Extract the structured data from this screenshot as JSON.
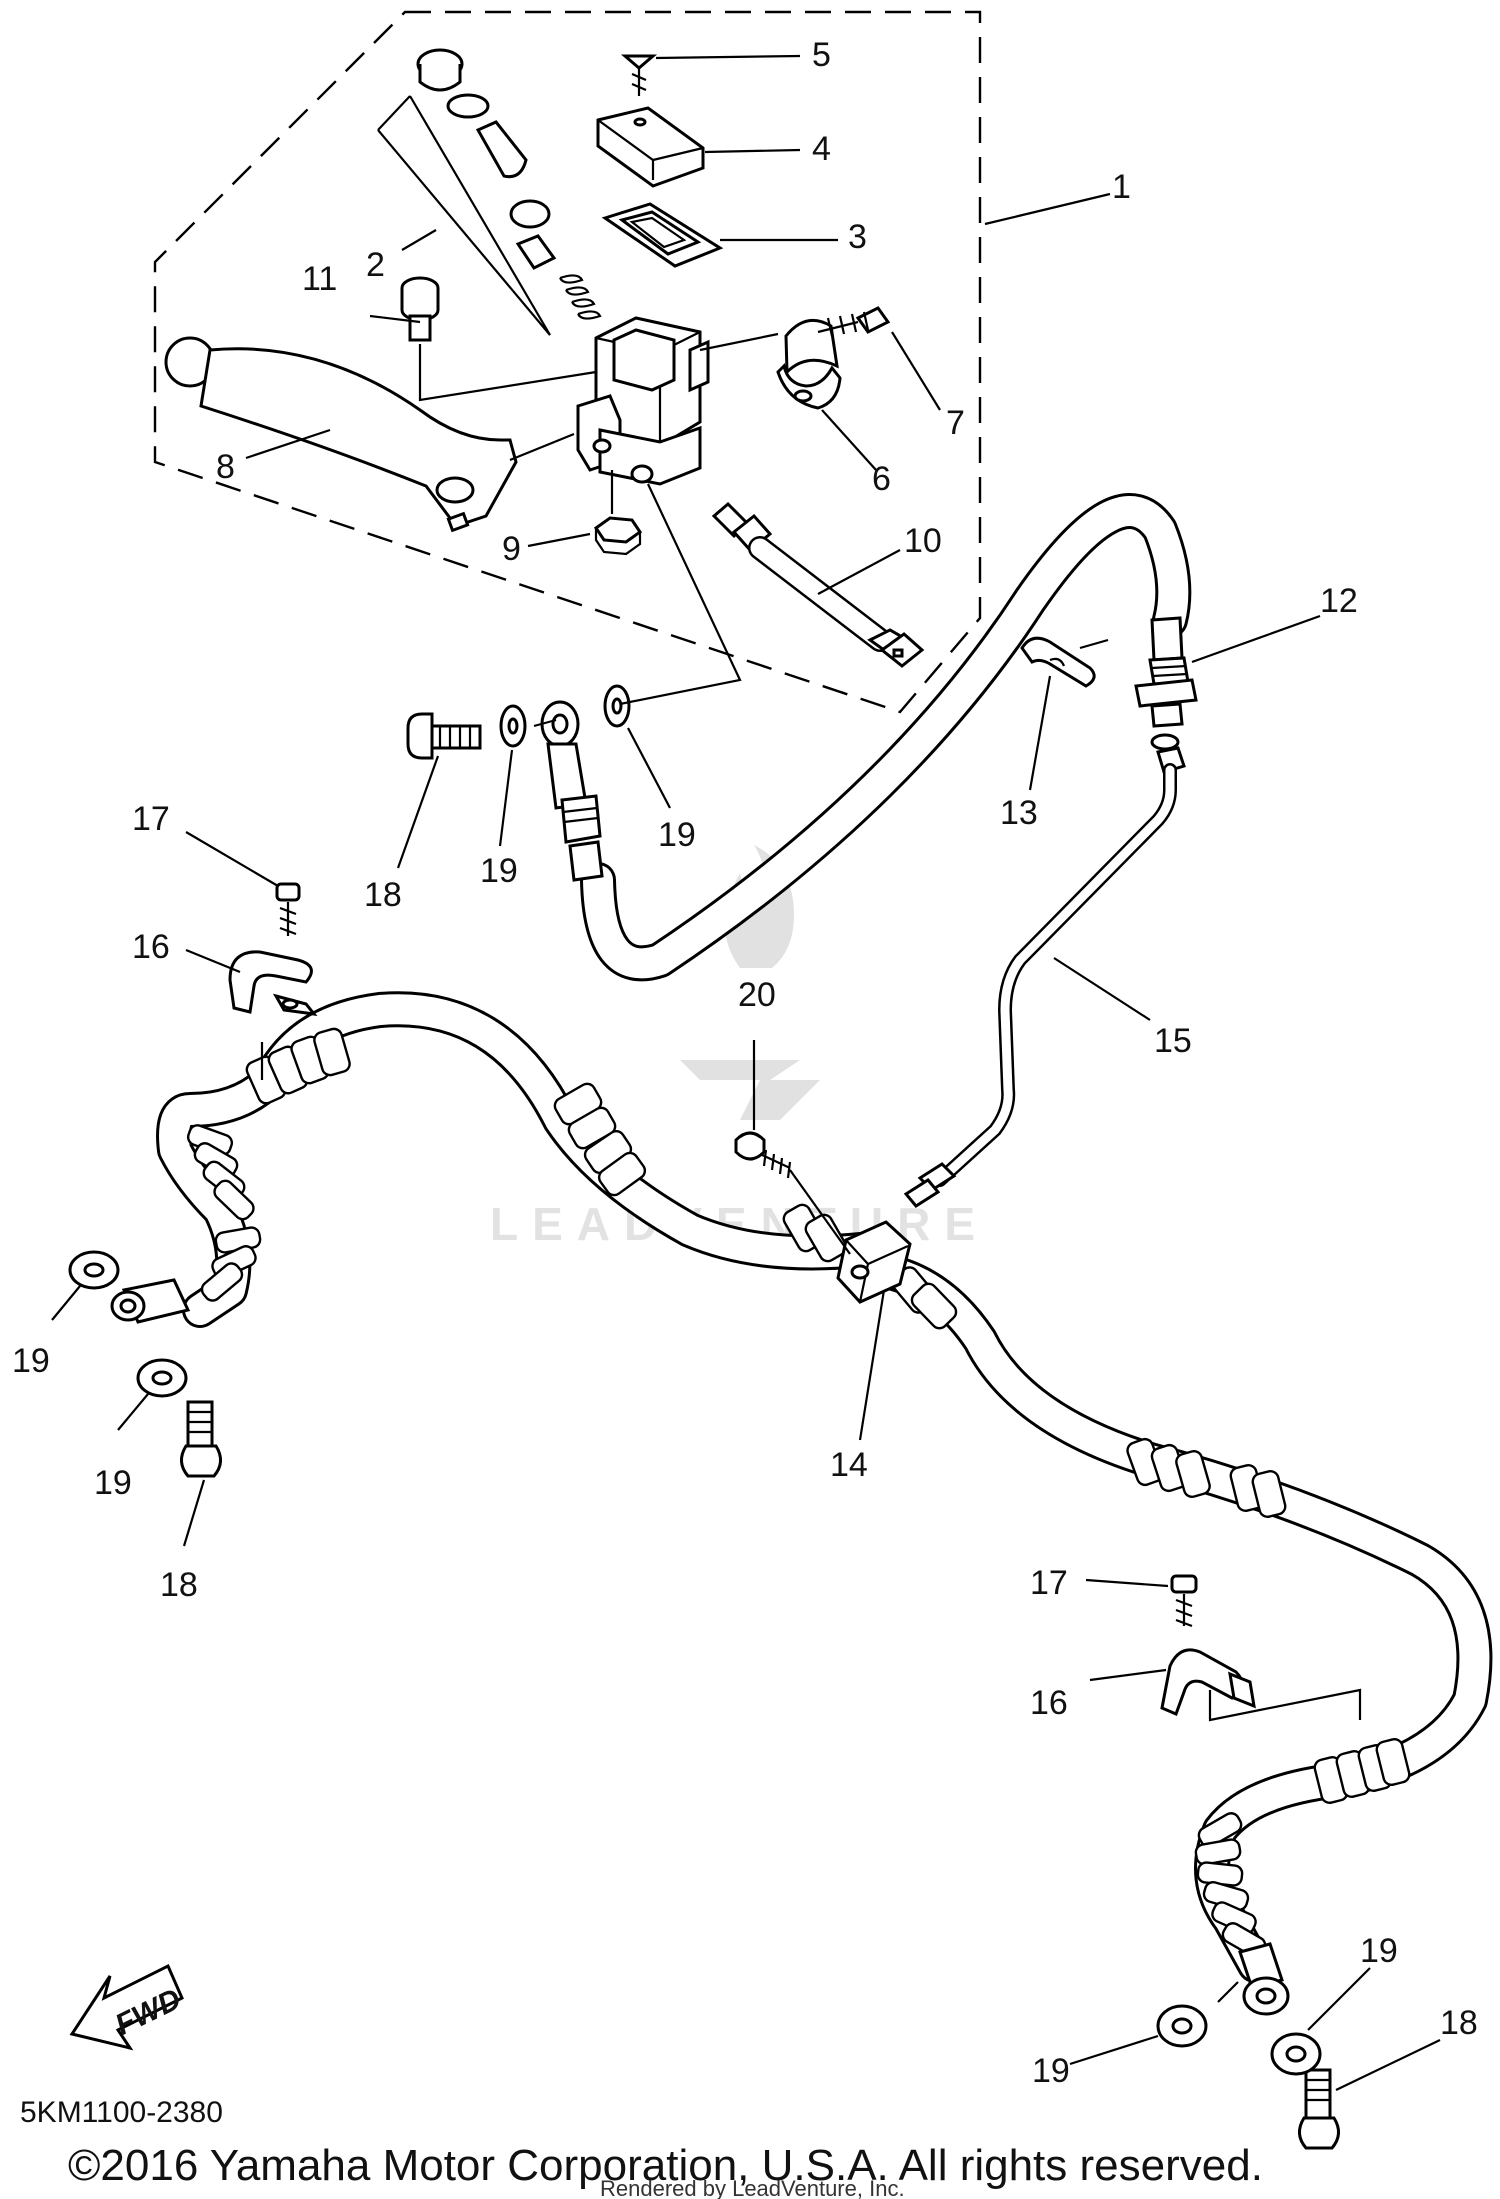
{
  "diagram_code": "5KM1100-2380",
  "copyright": "©2016 Yamaha Motor Corporation, U.S.A. All rights reserved.",
  "rendered_by": "Rendered by LeadVenture, Inc.",
  "watermark": "LEADVENTURE",
  "fwd_label": "FWD",
  "callouts": {
    "c1": "1",
    "c2": "2",
    "c3": "3",
    "c4": "4",
    "c5": "5",
    "c6": "6",
    "c7": "7",
    "c8": "8",
    "c9": "9",
    "c10": "10",
    "c11": "11",
    "c12": "12",
    "c13": "13",
    "c14": "14",
    "c15": "15",
    "c16a": "16",
    "c16b": "16",
    "c17a": "17",
    "c17b": "17",
    "c18a": "18",
    "c18b": "18",
    "c18c": "18",
    "c19a": "19",
    "c19b": "19",
    "c19c": "19",
    "c19d": "19",
    "c19e": "19",
    "c19f": "19",
    "c20": "20"
  }
}
